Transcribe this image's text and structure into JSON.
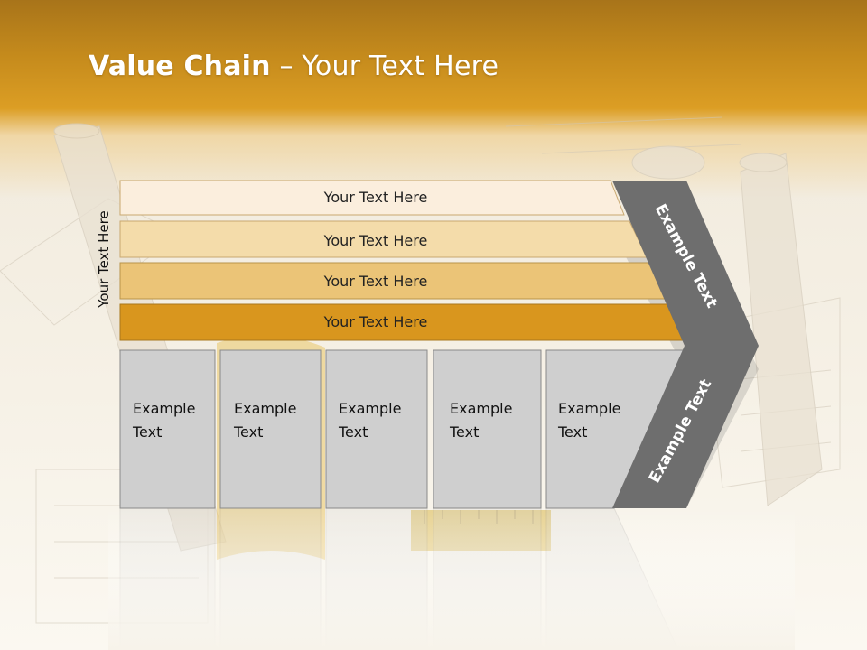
{
  "slide": {
    "title_bold": "Value Chain",
    "title_rest": " – Your Text Here",
    "side_label": "Your Text Here"
  },
  "bars": [
    {
      "label": "Your Text Here",
      "fill": "#fbeedd"
    },
    {
      "label": "Your Text Here",
      "fill": "#f4dcaa"
    },
    {
      "label": "Your Text Here",
      "fill": "#ebc477"
    },
    {
      "label": "Your Text Here",
      "fill": "#d9961e"
    }
  ],
  "boxes": [
    {
      "line1": "Example",
      "line2": "Text"
    },
    {
      "line1": "Example",
      "line2": "Text"
    },
    {
      "line1": "Example",
      "line2": "Text"
    },
    {
      "line1": "Example",
      "line2": "Text"
    },
    {
      "line1": "Example",
      "line2": "Text"
    }
  ],
  "chevron": {
    "top_label": "Example Text",
    "bottom_label": "Example Text",
    "color": "#6e6e6e"
  },
  "colors": {
    "header_gold": "#d9961e",
    "box_gray": "#cfcfcf",
    "box_border": "#8a8a8a"
  }
}
